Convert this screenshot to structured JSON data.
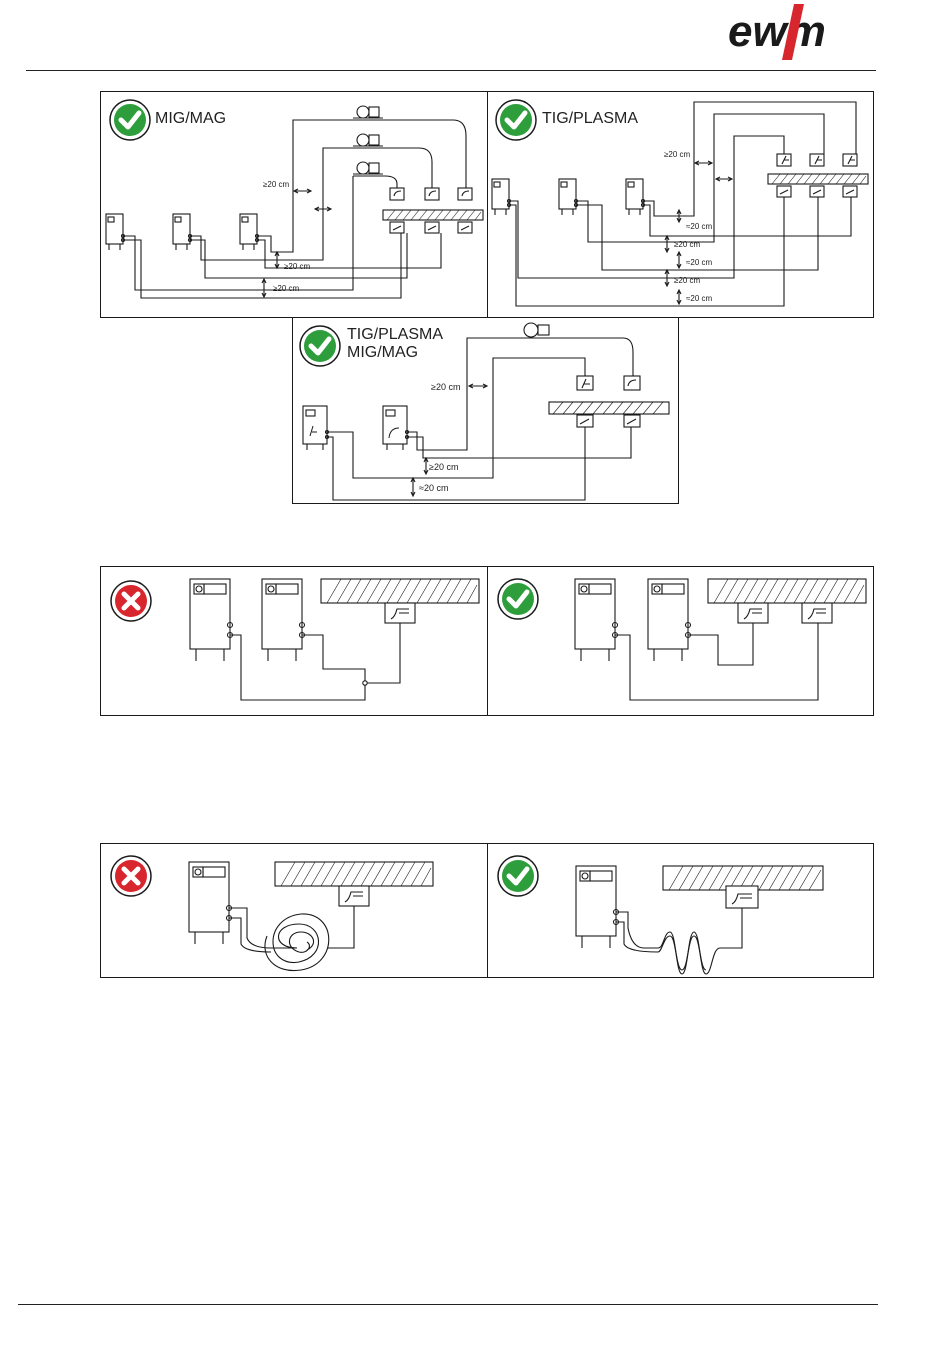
{
  "header": {
    "logo_text": "ewm"
  },
  "colors": {
    "ok": "#2e9e3c",
    "bad": "#d8262f",
    "line": "#1a1a1a"
  },
  "panels": {
    "mig": {
      "title": "MIG/MAG",
      "status_icon": "check-icon",
      "labels": [
        "≥20 cm",
        "≥20 cm",
        "≥20 cm"
      ]
    },
    "tig": {
      "title": "TIG/PLASMA",
      "status_icon": "check-icon",
      "labels": [
        "≥20 cm",
        "≈20 cm",
        "≥20 cm",
        "≈20 cm",
        "≥20 cm",
        "≈20 cm"
      ]
    },
    "combo": {
      "title_line1": "TIG/PLASMA",
      "title_line2": "MIG/MAG",
      "status_icon": "check-icon",
      "labels": [
        "≥20 cm",
        "≥20 cm",
        "≈20 cm"
      ]
    },
    "ground_wrong": {
      "status_icon": "cross-icon"
    },
    "ground_right": {
      "status_icon": "check-icon"
    },
    "coil_wrong": {
      "status_icon": "cross-icon"
    },
    "coil_right": {
      "status_icon": "check-icon"
    }
  }
}
